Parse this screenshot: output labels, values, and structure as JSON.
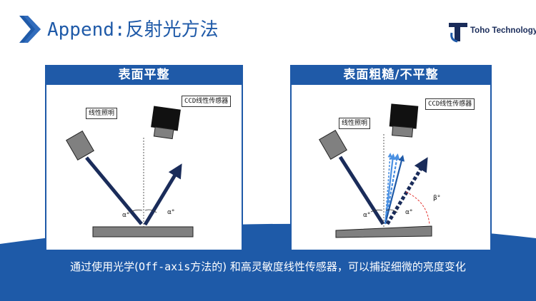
{
  "header": {
    "title_prefix": "Append:",
    "title_main": "反射光方法"
  },
  "logo": {
    "text": "Toho Technology"
  },
  "colors": {
    "brand_blue": "#1f5aa8",
    "dark_navy": "#1a2c5a",
    "bottom_blue": "#1e5aa8",
    "light_blue_ray": "#4a90e2",
    "dashed_red": "#e53935",
    "sample_gray": "#808080"
  },
  "panels": [
    {
      "title": "表面平整",
      "light_label": "线性照明",
      "sensor_label_prefix": "CCD",
      "sensor_label_rest": "线性传感器",
      "angle_left": "α°",
      "angle_right": "α°"
    },
    {
      "title": "表面粗糙/不平整",
      "light_label": "线性照明",
      "sensor_label_prefix": "CCD",
      "sensor_label_rest": "线性传感器",
      "angle_left": "α°",
      "angle_right": "α°",
      "angle_beta": "β°"
    }
  ],
  "caption": {
    "part1": "通过使用光学(",
    "part2": "Off-axis",
    "part3": "方法的) 和高灵敏度线性传感器，可以捕捉细微的亮度变化"
  }
}
